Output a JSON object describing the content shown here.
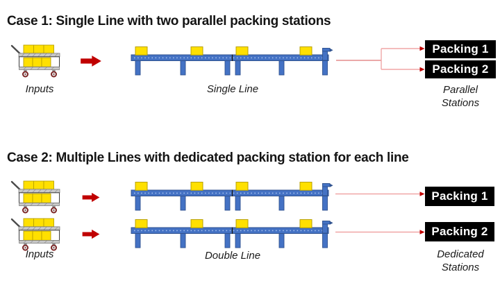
{
  "page": {
    "background": "#FFFFFF"
  },
  "colors": {
    "conveyor_blue": "#4472C4",
    "conveyor_border": "#2F528F",
    "belt_dots": "#A9C4F0",
    "crate_yellow": "#FFE000",
    "crate_border": "#B8A000",
    "flow_arrow_red": "#C00000",
    "connector_pink": "#F0A6A6",
    "station_background": "#000000",
    "station_text": "#FFFFFF",
    "cart_gray": "#C8C8C8"
  },
  "icons": {
    "input_cart": "cart-with-crates-icon",
    "flow_arrow": "block-arrow-right-icon",
    "conveyor": "conveyor-line-icon",
    "fork_connector": "fork-connector-arrows-icon",
    "straight_connector": "straight-connector-arrow-icon"
  },
  "case1": {
    "title": "Case 1: Single Line with two parallel packing stations",
    "inputs_label": "Inputs",
    "line_label": "Single Line",
    "stations": [
      {
        "label": "Packing 1"
      },
      {
        "label": "Packing 2"
      }
    ],
    "stations_caption_line1": "Parallel",
    "stations_caption_line2": "Stations"
  },
  "case2": {
    "title": "Case 2: Multiple Lines with dedicated packing station for each line",
    "inputs_label": "Inputs",
    "line_label": "Double Line",
    "stations": [
      {
        "label": "Packing 1"
      },
      {
        "label": "Packing 2"
      }
    ],
    "stations_caption_line1": "Dedicated",
    "stations_caption_line2": "Stations"
  }
}
